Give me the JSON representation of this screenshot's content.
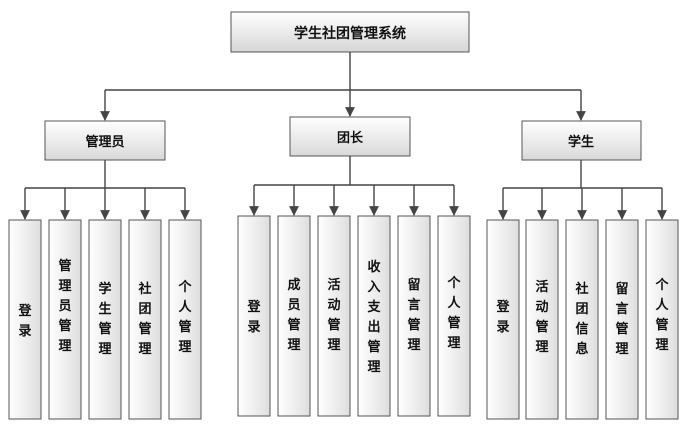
{
  "diagram": {
    "root": "学生社团管理系统",
    "roles": [
      {
        "name": "管理员",
        "functions": [
          "登录",
          "管理员管理",
          "学生管理",
          "社团管理",
          "个人管理"
        ]
      },
      {
        "name": "团长",
        "functions": [
          "登录",
          "成员管理",
          "活动管理",
          "收入支出管理",
          "留言管理",
          "个人管理"
        ]
      },
      {
        "name": "学生",
        "functions": [
          "登录",
          "活动管理",
          "社团信息",
          "留言管理",
          "个人管理"
        ]
      }
    ]
  }
}
